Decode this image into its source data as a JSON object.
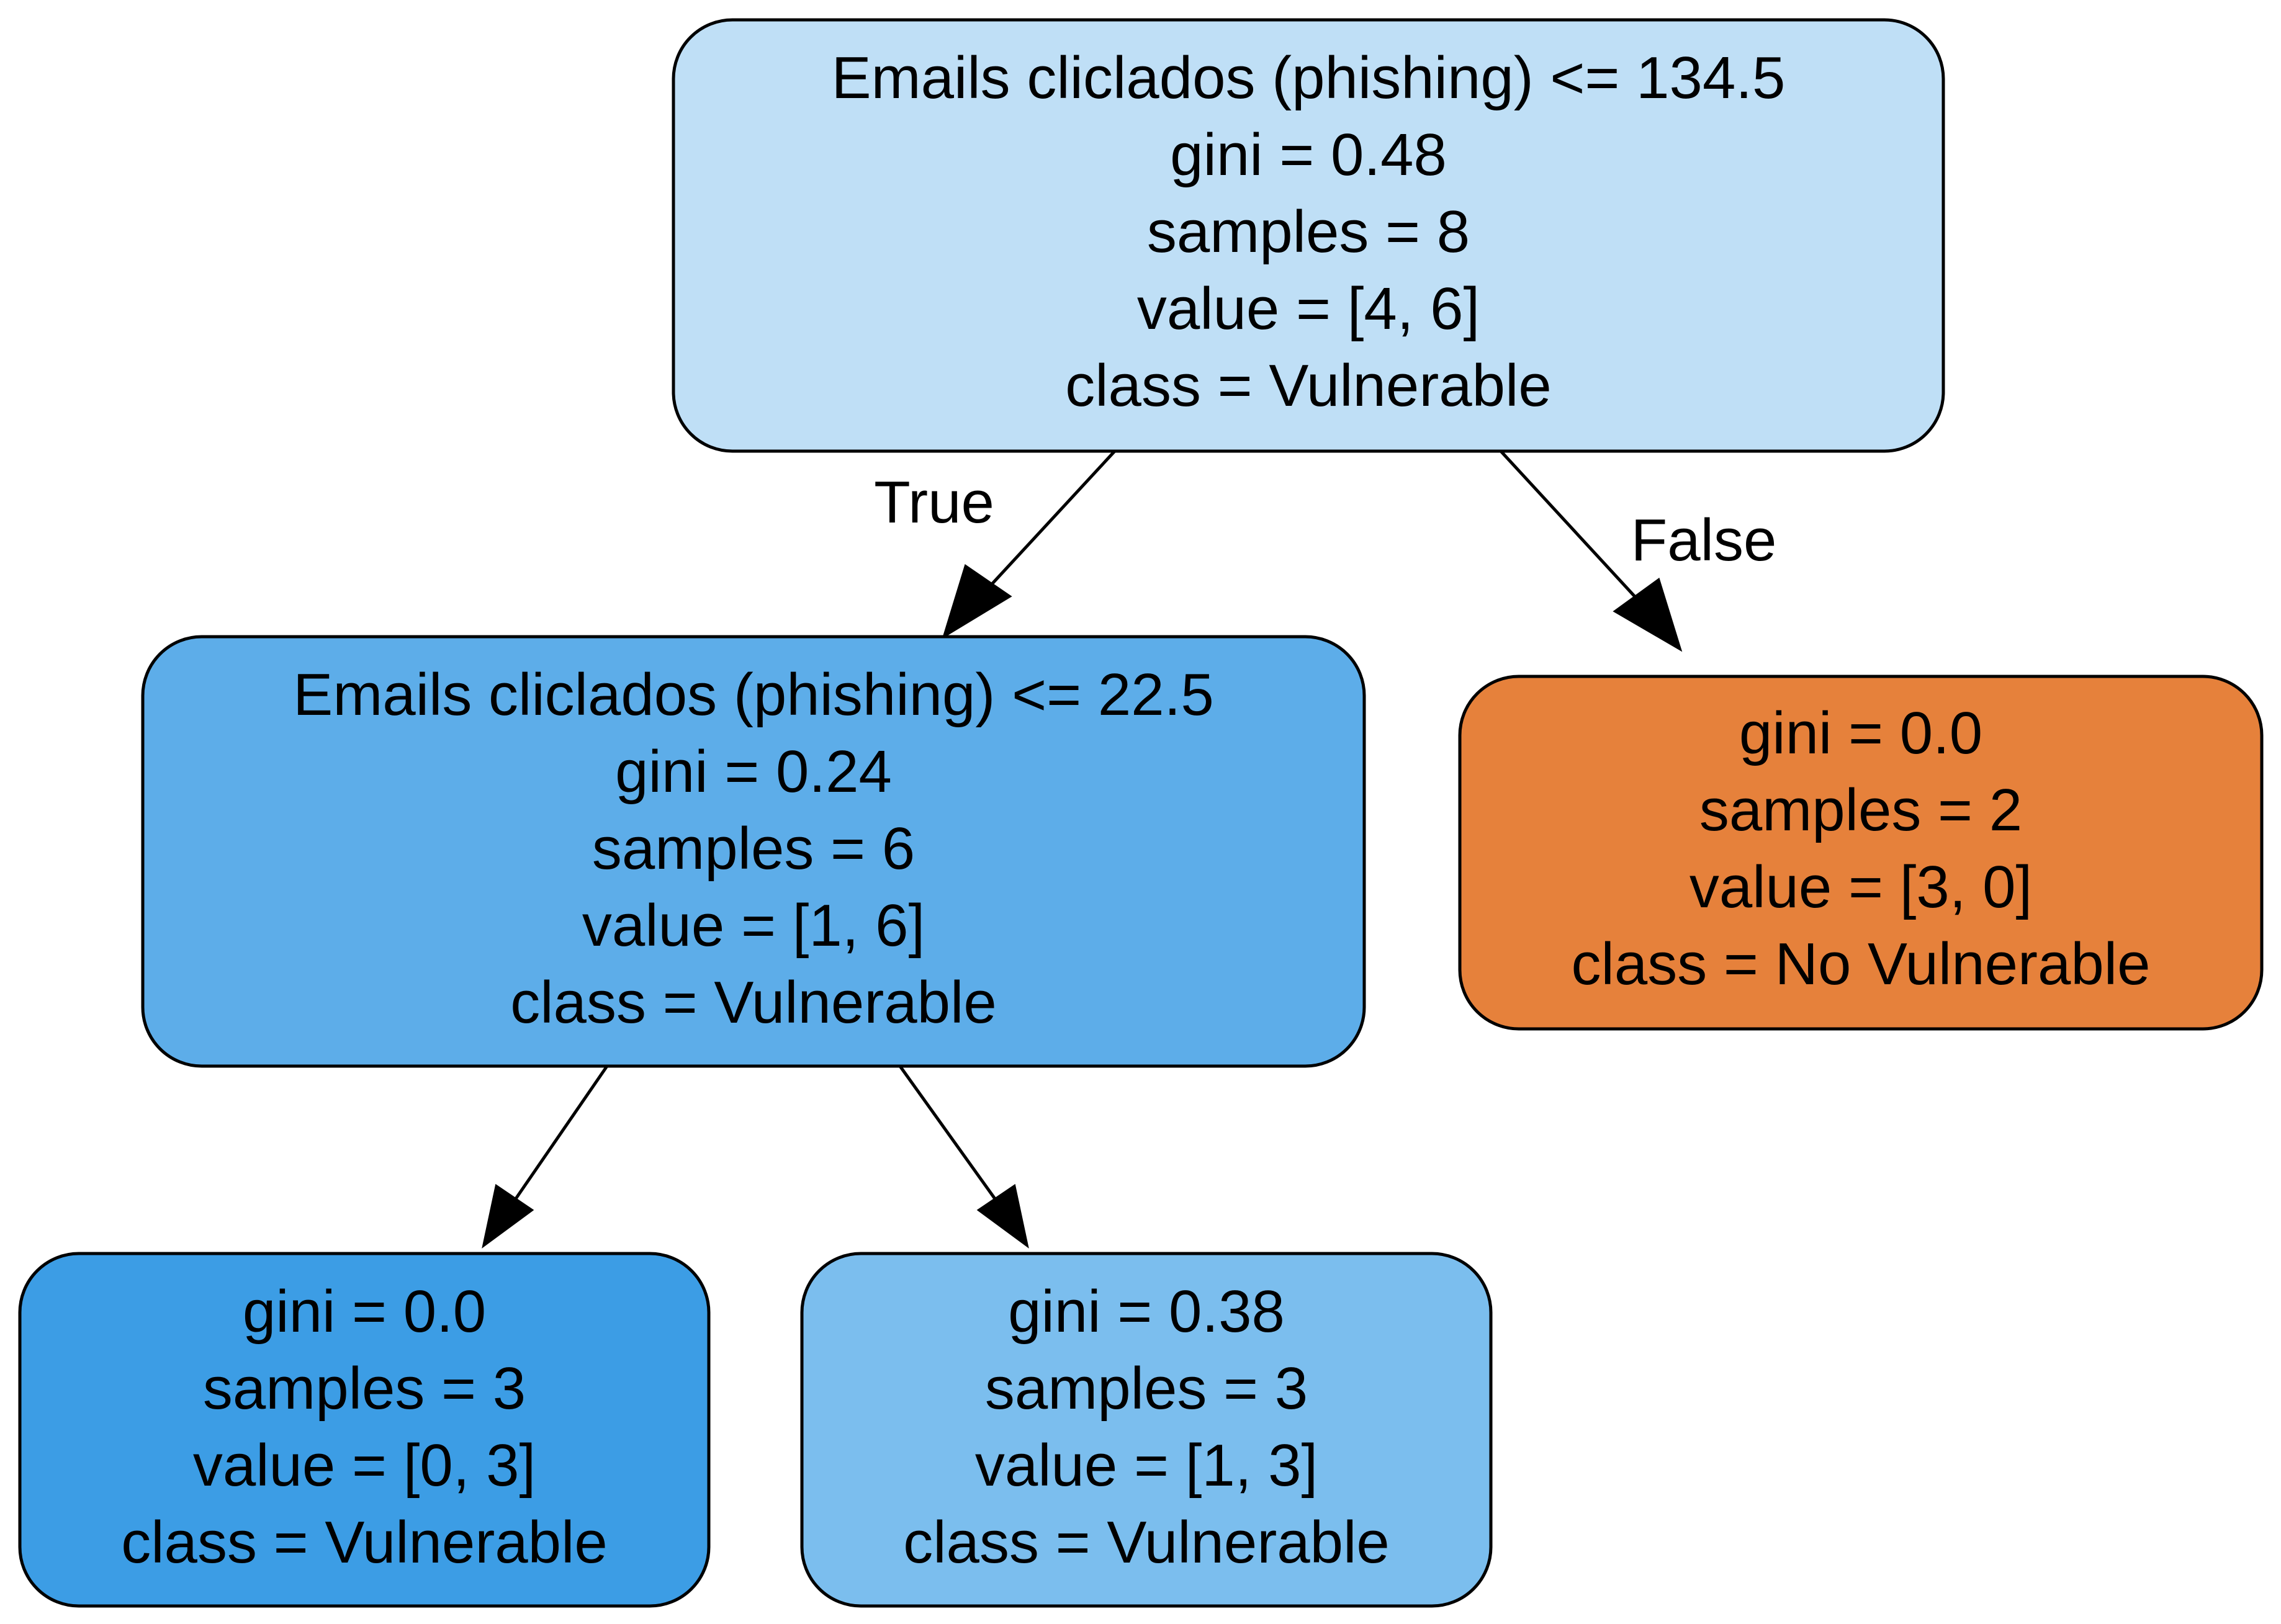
{
  "tree": {
    "nodes": [
      {
        "id": "root",
        "fill": "#bfdff6",
        "lines": [
          "Emails cliclados (phishing) <= 134.5",
          "gini = 0.48",
          "samples = 8",
          "value = [4, 6]",
          "class = Vulnerable"
        ]
      },
      {
        "id": "left",
        "fill": "#5dade9",
        "lines": [
          "Emails cliclados (phishing) <= 22.5",
          "gini = 0.24",
          "samples = 6",
          "value = [1, 6]",
          "class = Vulnerable"
        ]
      },
      {
        "id": "right",
        "fill": "#e6813b",
        "lines": [
          "gini = 0.0",
          "samples = 2",
          "value = [3, 0]",
          "class = No Vulnerable"
        ]
      },
      {
        "id": "left-left",
        "fill": "#3c9de5",
        "lines": [
          "gini = 0.0",
          "samples = 3",
          "value = [0, 3]",
          "class = Vulnerable"
        ]
      },
      {
        "id": "left-right",
        "fill": "#7bbeee",
        "lines": [
          "gini = 0.38",
          "samples = 3",
          "value = [1, 3]",
          "class = Vulnerable"
        ]
      }
    ],
    "edges": [
      {
        "from": "root",
        "to": "left",
        "label": "True"
      },
      {
        "from": "root",
        "to": "right",
        "label": "False"
      },
      {
        "from": "left",
        "to": "left-left",
        "label": ""
      },
      {
        "from": "left",
        "to": "left-right",
        "label": ""
      }
    ]
  }
}
